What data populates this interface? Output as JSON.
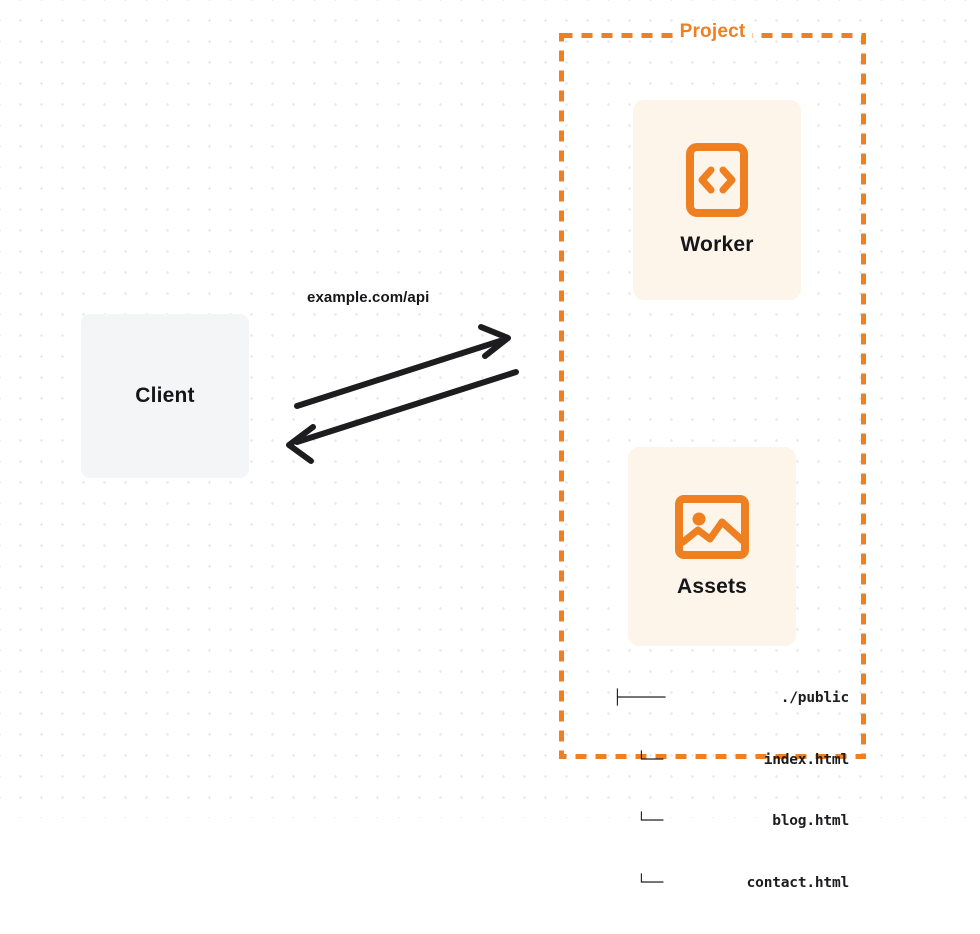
{
  "diagram": {
    "type": "architecture-flow",
    "background": "dot-grid",
    "colors": {
      "accent_orange": "#ef8022",
      "card_background": "#fdf4ea",
      "client_background": "#f4f5f7",
      "text_dark": "#16161a",
      "grid_dot": "#ebebeb"
    }
  },
  "client": {
    "label": "Client"
  },
  "connection": {
    "label": "example.com/api",
    "request_direction": "client-to-project",
    "response_direction": "project-to-client"
  },
  "project": {
    "title": "Project",
    "services": [
      {
        "label": "Worker",
        "icon": "code-brackets-icon"
      },
      {
        "label": "Assets",
        "icon": "image-icon"
      }
    ],
    "file_tree": {
      "root": "./public",
      "files": [
        "index.html",
        "blog.html",
        "contact.html"
      ]
    }
  }
}
